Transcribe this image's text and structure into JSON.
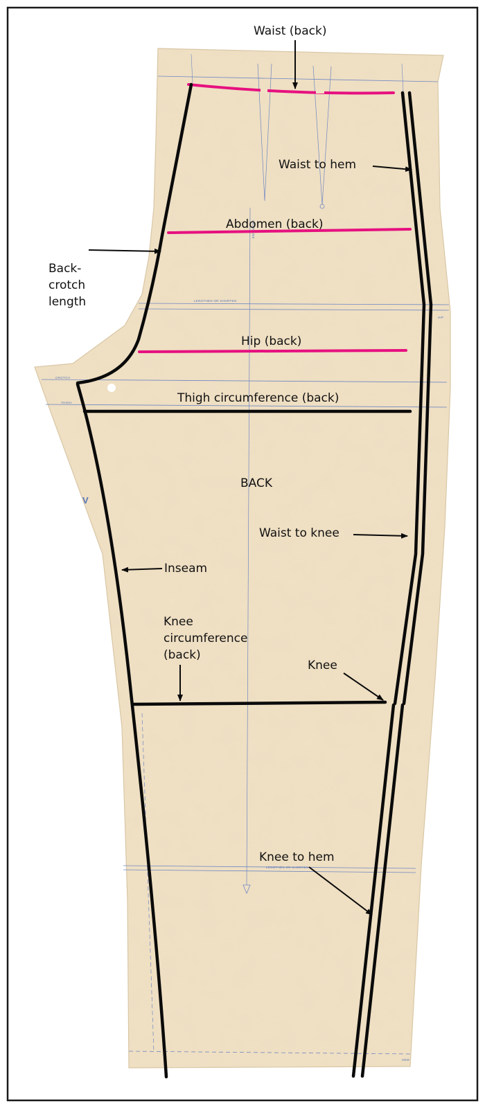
{
  "labels": {
    "waist_back": "Waist (back)",
    "waist_to_hem": "Waist to hem",
    "abdomen_back": "Abdomen (back)",
    "back_crotch_line1": "Back-",
    "back_crotch_line2": "crotch",
    "back_crotch_line3": "length",
    "hip_back": "Hip (back)",
    "thigh_back": "Thigh circumference (back)",
    "back": "BACK",
    "waist_to_knee": "Waist to knee",
    "inseam": "Inseam",
    "knee_circ_line1": "Knee",
    "knee_circ_line2": "circumference",
    "knee_circ_line3": "(back)",
    "knee": "Knee",
    "knee_to_hem": "Knee to hem"
  },
  "pattern_print": {
    "lengthen_shorten_upper": "LENGTHEN OR SHORTEN",
    "lengthen_shorten_lower": "LENGTHEN OR SHORTEN",
    "hip": "HIP",
    "crotch": "CROTCH",
    "thigh": "THIGH",
    "grainline": "GRAINLINE",
    "hem": "HEM",
    "notch": "V"
  },
  "colors": {
    "paper": "#f0e0c4",
    "paper_edge": "#d8c6a4",
    "measure_black": "#0a0a0a",
    "measure_pink": "#e6107f",
    "pattern_blue": "#6f87c2",
    "frame": "#1a1a1a"
  }
}
